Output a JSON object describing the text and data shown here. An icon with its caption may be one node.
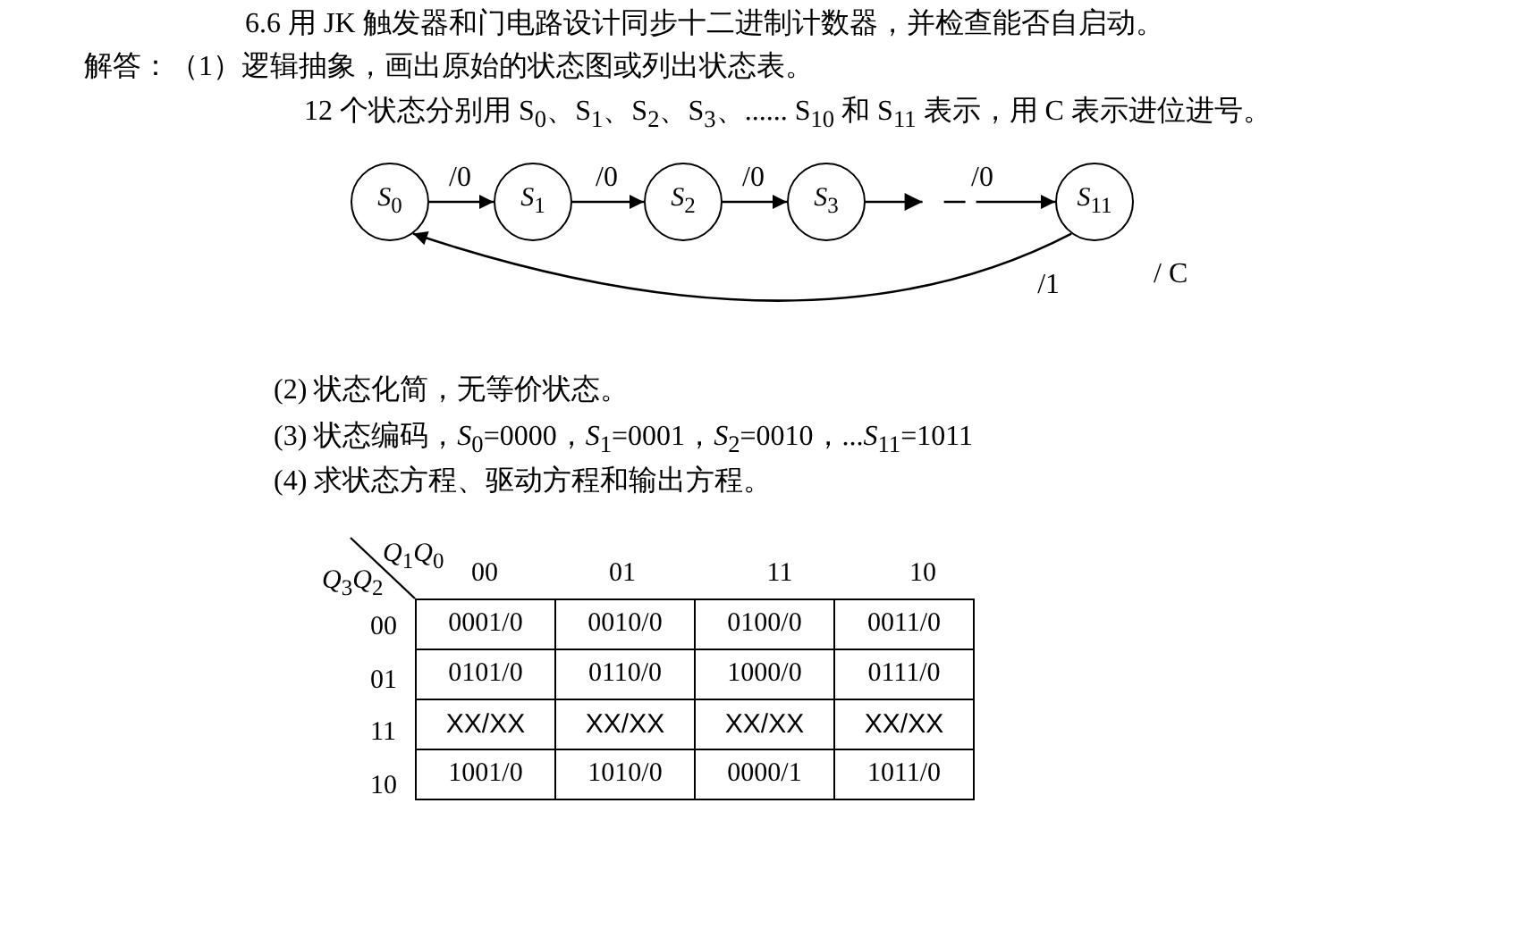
{
  "diagram": {
    "title": "6.6 用 JK 触发器和门电路设计同步十二进制计数器，并检查能否自启动。",
    "nodes": [
      {
        "text": [
          "*S*$_{0}$"
        ]
      },
      {
        "text": [
          "*S*$_{1}$"
        ]
      },
      {
        "text": [
          "*S*$_{2}$"
        ]
      },
      {
        "text": [
          "*S*$_{3}$"
        ]
      },
      {
        "text": [
          "*S*$_{11}$"
        ]
      }
    ],
    "edges": [
      {
        "from": 0,
        "to": 1,
        "arrow": "to",
        "label": "/0"
      },
      {
        "from": 1,
        "to": 2,
        "arrow": "to",
        "label": "/0"
      },
      {
        "from": 2,
        "to": 3,
        "arrow": "to",
        "label": "/0"
      },
      {
        "from": 3,
        "to": 4,
        "arrow": "to",
        "label": "/0",
        "style": "dashed"
      },
      {
        "from": 4,
        "to": 0,
        "arrow": "to",
        "label": "/1"
      }
    ],
    "labels": [
      "解答：（1）逻辑抽象，画出原始的状态图或列出状态表。",
      "12 个状态分别用 S$_{0}$、S$_{1}$、S$_{2}$、S$_{3}$、...... S$_{10}$ 和 S$_{11}$ 表示，用 C 表示进位进号。",
      "/ C",
      "(2) 状态化简，无等价状态。",
      "(3) 状态编码，*S*$_{0}$=0000，*S*$_{1}$=0001，*S*$_{2}$=0010，...*S*$_{11}$=1011",
      "(4) 求状态方程、驱动方程和输出方程。",
      "*Q*$_{1}$*Q*$_{0}$",
      "*Q*$_{3}$*Q*$_{2}$",
      "00",
      "01",
      "11",
      "10",
      "00",
      "0001/0",
      "0010/0",
      "0100/0",
      "0011/0",
      "01",
      "0101/0",
      "0110/0",
      "1000/0",
      "0111/0",
      "11",
      "XX/XX",
      "XX/XX",
      "XX/XX",
      "XX/XX",
      "10",
      "1001/0",
      "1010/0",
      "0000/1",
      "1011/0"
    ]
  }
}
